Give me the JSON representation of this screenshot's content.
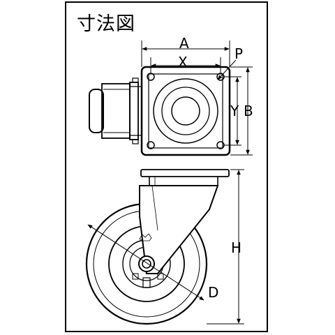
{
  "title": "寸法図",
  "labels": {
    "a": "A",
    "x": "X",
    "p": "P",
    "y": "Y",
    "b": "B",
    "h": "H",
    "d": "D"
  }
}
